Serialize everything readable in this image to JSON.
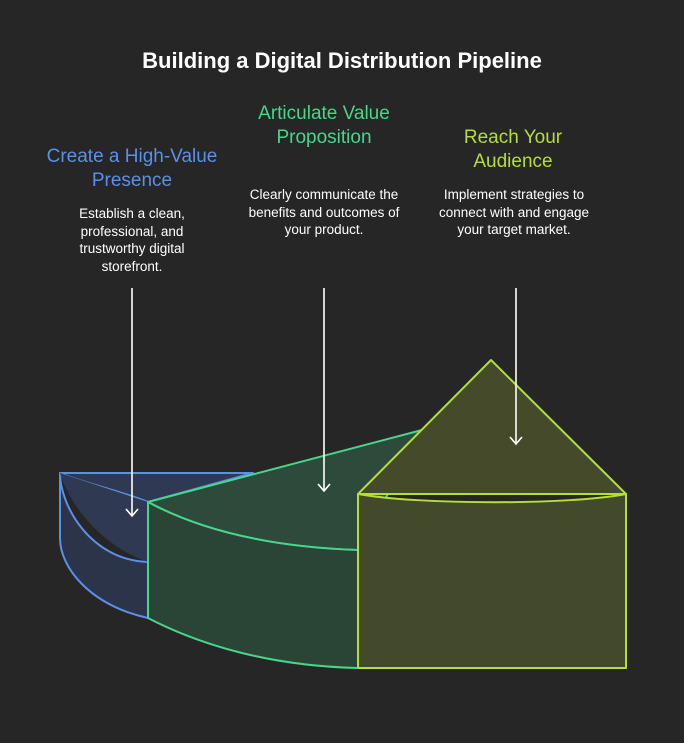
{
  "title": "Building a Digital Distribution Pipeline",
  "stages": [
    {
      "heading": "Create a High-Value Presence",
      "description": "Establish a clean, professional, and trustworthy digital storefront.",
      "color": "#5b8fe8"
    },
    {
      "heading": "Articulate Value Proposition",
      "description": "Clearly communicate the benefits and outcomes of your product.",
      "color": "#47d68a"
    },
    {
      "heading": "Reach Your Audience",
      "description": "Implement strategies to connect with and engage your target market.",
      "color": "#b4de3a"
    }
  ]
}
